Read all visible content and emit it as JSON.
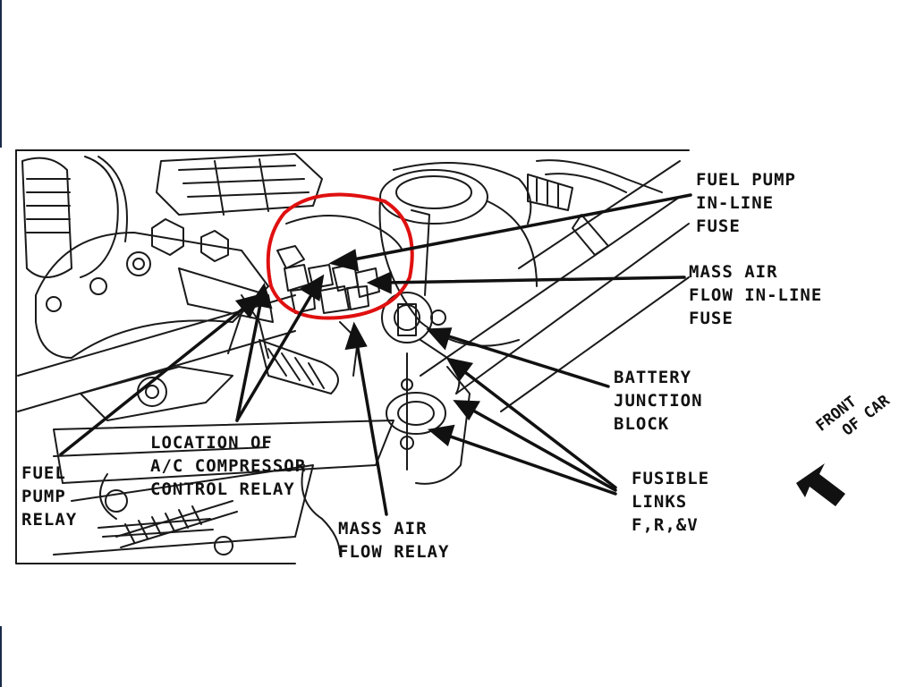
{
  "labels": {
    "fuel_pump_inline_fuse": [
      "FUEL PUMP",
      "IN-LINE",
      "FUSE"
    ],
    "mass_air_flow_inline_fuse": [
      "MASS AIR",
      "FLOW IN-LINE",
      "FUSE"
    ],
    "battery_junction_block": [
      "BATTERY",
      "JUNCTION",
      "BLOCK"
    ],
    "fusible_links": [
      "FUSIBLE",
      "LINKS",
      "F,R,&V"
    ],
    "mass_air_flow_relay": [
      "MASS AIR",
      "FLOW RELAY"
    ],
    "ac_compressor_control_relay": [
      "LOCATION OF",
      "A/C COMPRESSOR",
      "CONTROL RELAY"
    ],
    "fuel_pump_relay": [
      "FUEL",
      "PUMP",
      "RELAY"
    ],
    "front_of_car": [
      "FRONT",
      "OF CAR"
    ]
  },
  "colors": {
    "line_art": "#1a1a1a",
    "highlight_circle": "#e01010",
    "background": "#ffffff"
  }
}
